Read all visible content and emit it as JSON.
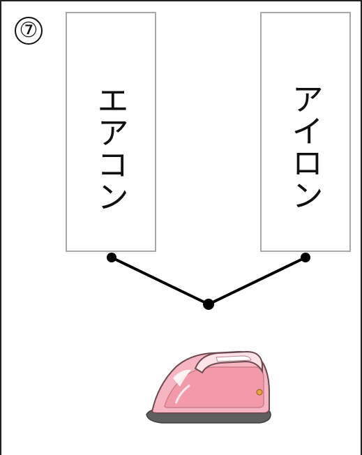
{
  "question_number": "⑦",
  "cards": [
    {
      "label": "エアコン"
    },
    {
      "label": "アイロン"
    }
  ],
  "picture": {
    "icon": "clothes-iron-icon",
    "colors": {
      "body": "#f6b5c0",
      "body_light": "#fde2e7",
      "outline": "#6b4a50",
      "soleplate": "#5f5f5f",
      "dial": "#e8a53a"
    }
  },
  "connector_color": "#000000"
}
